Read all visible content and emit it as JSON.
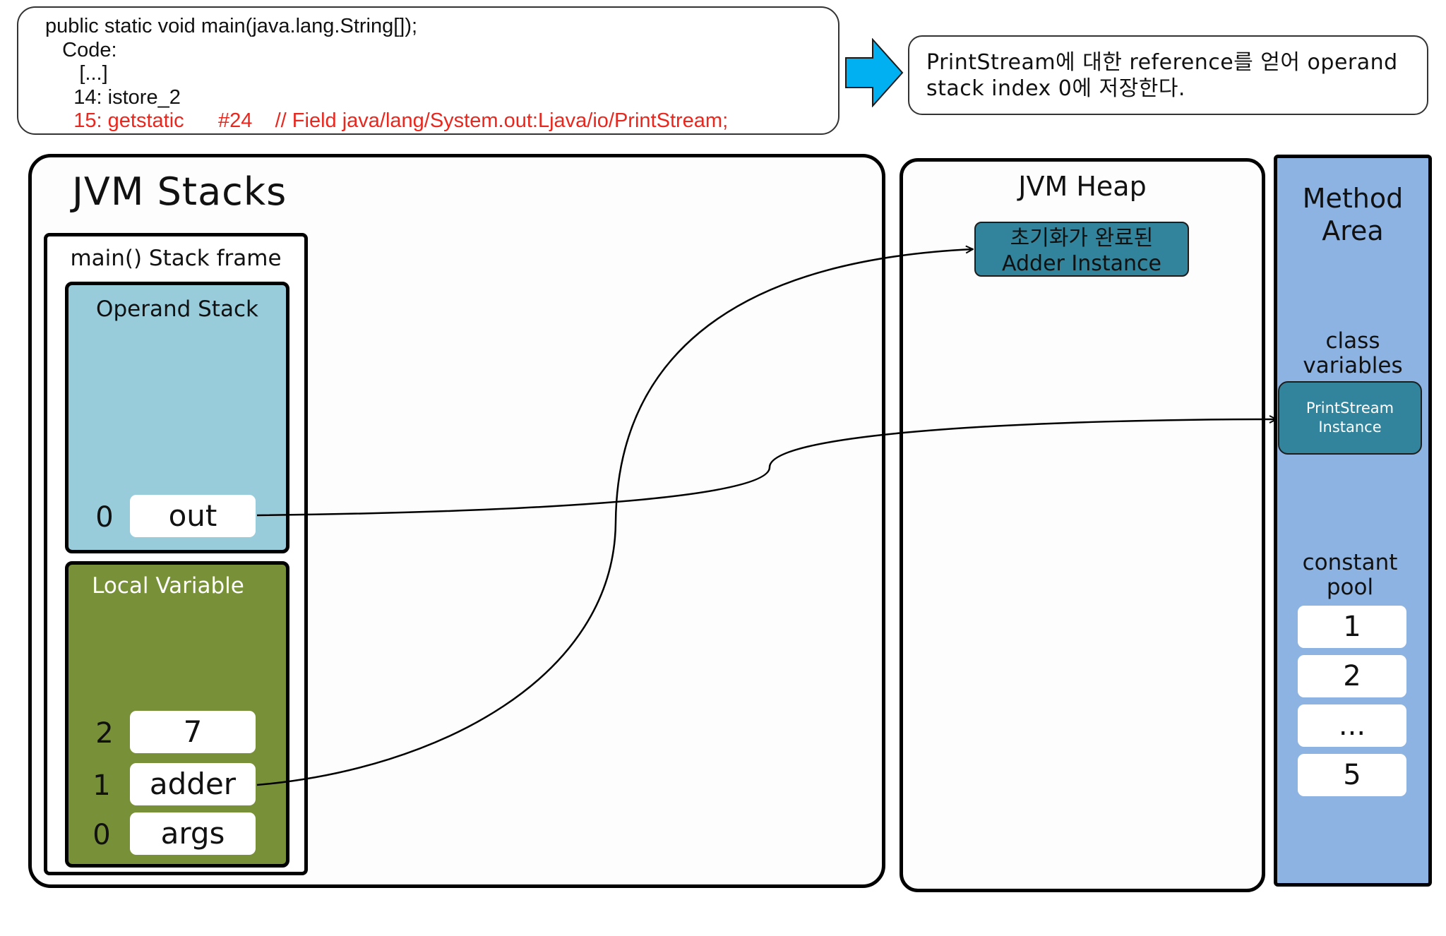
{
  "code": {
    "lines": [
      "public static void main(java.lang.String[]);",
      "   Code:",
      "      [...]",
      "     14: istore_2",
      "     15: getstatic      #24    // Field java/lang/System.out:Ljava/io/PrintStream;"
    ]
  },
  "note": {
    "line1": "PrintStream에 대한 reference를 얻어 operand",
    "line2": "stack index 0에 저장한다."
  },
  "jvm_stacks": {
    "title": "JVM Stacks",
    "frame": {
      "title": "main() Stack frame",
      "operand_stack": {
        "title": "Operand Stack",
        "slots": [
          {
            "index": "0",
            "value": "out"
          }
        ]
      },
      "local_variable": {
        "title": "Local Variable",
        "slots": [
          {
            "index": "2",
            "value": "7"
          },
          {
            "index": "1",
            "value": "adder"
          },
          {
            "index": "0",
            "value": "args"
          }
        ]
      }
    }
  },
  "jvm_heap": {
    "title": "JVM Heap",
    "adder_instance": {
      "line1": "초기화가 완료된",
      "line2": "Adder Instance"
    }
  },
  "method_area": {
    "title_line1": "Method",
    "title_line2": "Area",
    "class_variables": {
      "label_line1": "class",
      "label_line2": "variables",
      "instance_line1": "PrintStream",
      "instance_line2": "Instance"
    },
    "constant_pool": {
      "label_line1": "constant",
      "label_line2": "pool",
      "entries": [
        "1",
        "2",
        "...",
        "5"
      ]
    }
  },
  "colors": {
    "arrow_blue": "#00b0f0",
    "operand_stack_bg": "#98ccdb",
    "local_variable_bg": "#789038",
    "method_area_bg": "#8db3e2",
    "instance_bg": "#31849b",
    "highlight_red": "#e8281f"
  }
}
